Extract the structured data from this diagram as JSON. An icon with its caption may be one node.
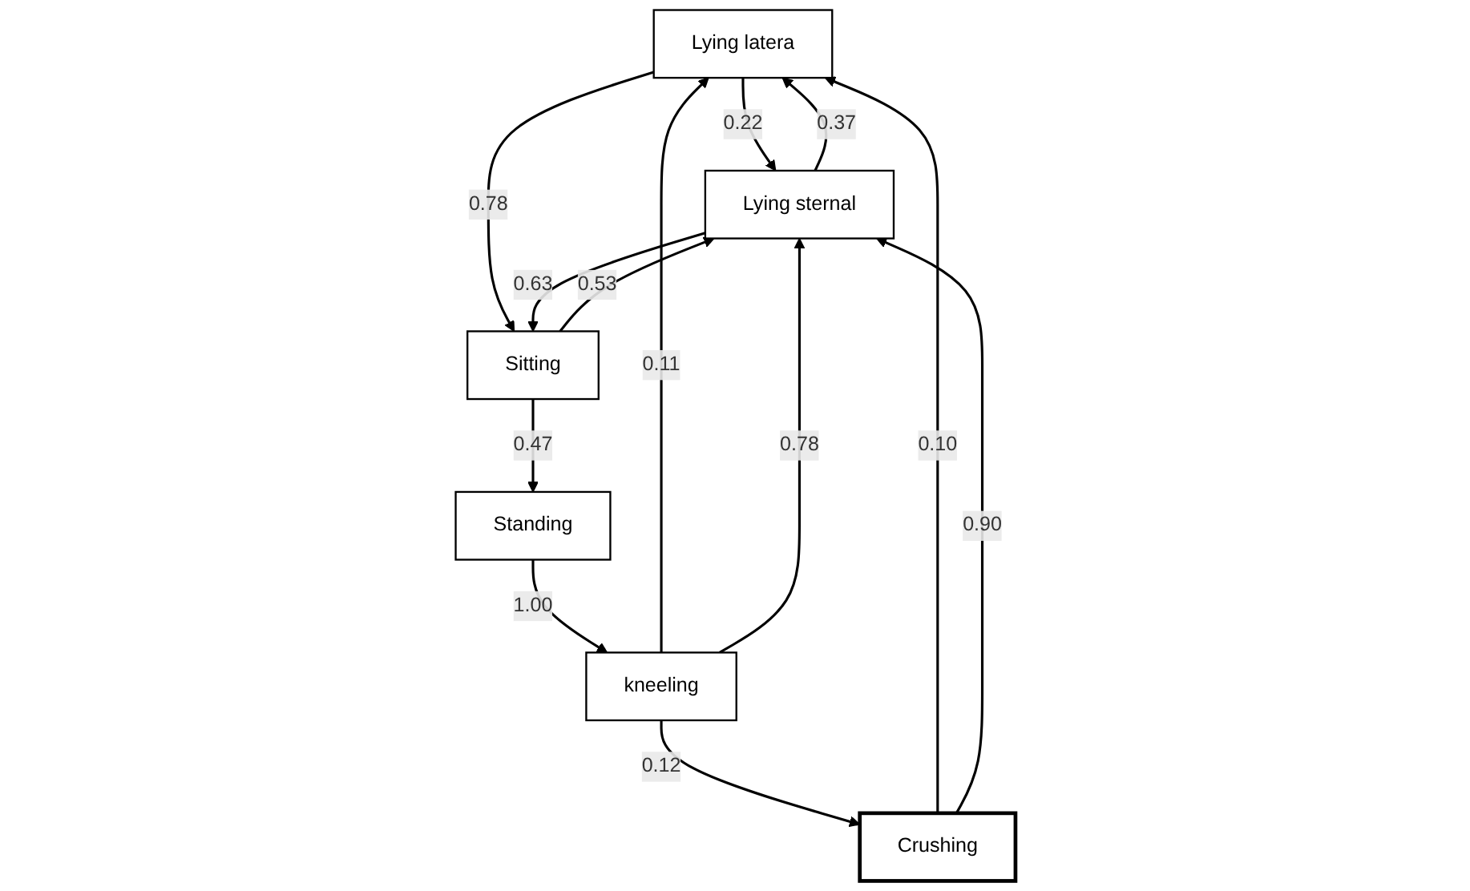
{
  "diagram": {
    "nodes": [
      {
        "text": [
          "Lying latera"
        ]
      },
      {
        "text": [
          "Crushing"
        ]
      },
      {
        "text": [
          "kneeling"
        ]
      },
      {
        "text": [
          "Lying sternal"
        ]
      },
      {
        "text": [
          "Standing"
        ]
      },
      {
        "text": [
          "Sitting"
        ]
      }
    ],
    "edges": [
      {
        "from": 2,
        "to": 0,
        "arrow": "to",
        "label": "0.11"
      },
      {
        "from": 1,
        "to": 0,
        "arrow": "to",
        "label": "0.10"
      },
      {
        "from": 2,
        "to": 1,
        "arrow": "to",
        "label": "0.12"
      },
      {
        "from": 0,
        "to": 3,
        "arrow": "to",
        "label": "0.22"
      },
      {
        "from": 3,
        "to": 0,
        "arrow": "to",
        "label": "0.37"
      },
      {
        "from": 1,
        "to": 3,
        "arrow": "to",
        "label": "0.90"
      },
      {
        "from": 2,
        "to": 3,
        "arrow": "to",
        "label": "0.78"
      },
      {
        "from": 0,
        "to": 5,
        "arrow": "to",
        "label": "0.78"
      },
      {
        "from": 5,
        "to": 3,
        "arrow": "to",
        "label": "0.53"
      },
      {
        "from": 3,
        "to": 5,
        "arrow": "to",
        "label": "0.63"
      },
      {
        "from": 5,
        "to": 4,
        "arrow": "to",
        "label": "0.47"
      },
      {
        "from": 4,
        "to": 2,
        "arrow": "to",
        "label": "1.00"
      }
    ]
  }
}
